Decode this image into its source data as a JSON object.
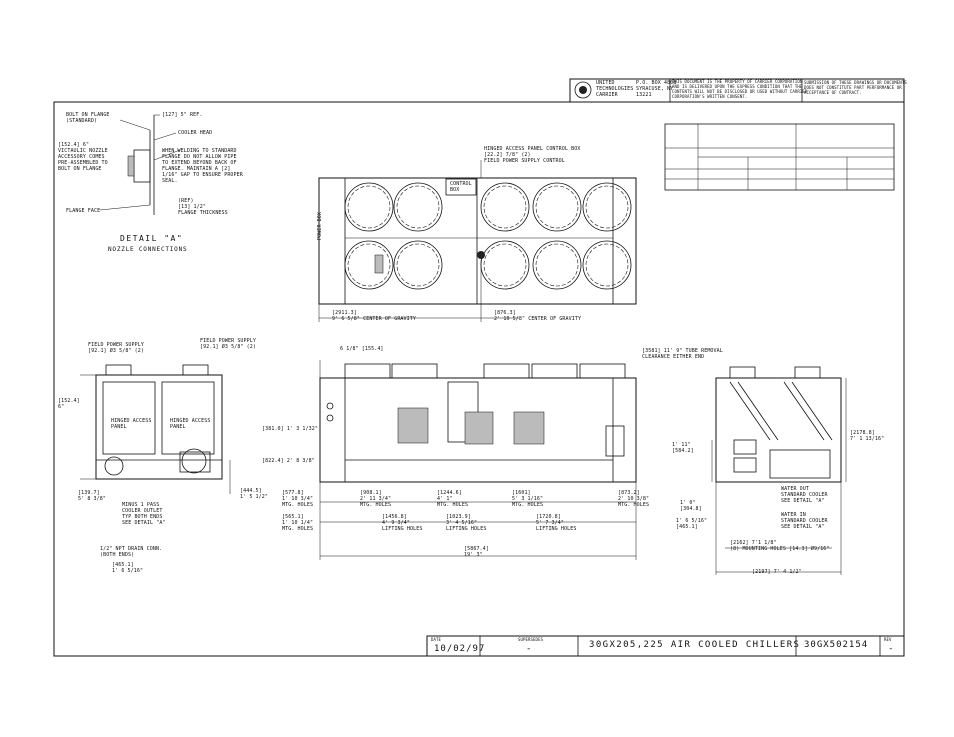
{
  "title_block": {
    "company_l1": "UNITED",
    "company_l2": "TECHNOLOGIES",
    "company_l3": "CARRIER",
    "po_box": "P.O. BOX 4808",
    "city": "SYRACUSE, NY",
    "zip": "13221",
    "notice": "THIS DOCUMENT IS THE PROPERTY OF CARRIER CORPORATION\nAND IS DELIVERED UPON THE EXPRESS CONDITION THAT THE\nCONTENTS WILL NOT BE DISCLOSED OR USED WITHOUT CARRIER\nCORPORATION'S WRITTEN CONSENT.",
    "submission": "SUBMISSION OF THESE DRAWINGS OR DOCUMENTS\nDOES NOT CONSTITUTE PART PERFORMANCE OR\nACCEPTANCE OF CONTRACT."
  },
  "detail_a": {
    "bolt_on_flange": "BOLT ON FLANGE\n(STANDARD)",
    "ref_127": "[127] 5\" REF.",
    "cooler_head": "COOLER HEAD",
    "victaulic": "[152.4] 6\"\nVICTAULIC NOZZLE\nACCESSORY COMES\nPRE-ASSEMBLED TO\nBOLT ON FLANGE",
    "welding": "WHEN WELDING TO STANDARD\nFLANGE DO NOT ALLOW PIPE\nTO EXTEND BEYOND BACK OF\nFLANGE. MAINTAIN A [2]\n1/16\" GAP TO ENSURE PROPER\nSEAL.",
    "flange_face": "FLANGE FACE",
    "ref_thick": "(REF)\n[13] 1/2\"\nFLANGE THICKNESS",
    "title": "DETAIL \"A\"",
    "subtitle": "NOZZLE CONNECTIONS"
  },
  "plan_view": {
    "hinged_panel": "HINGED ACCESS PANEL CONTROL BOX\n[22.2] 7/8\" (2)\nFIELD POWER SUPPLY CONTROL",
    "control_box": "CONTROL\nBOX",
    "power_box": "POWER BOX",
    "cg1": "[2911.3]\n9' 6 5/8\" CENTER OF GRAVITY",
    "cg2": "[876.3]\n2' 10 5/8\" CENTER OF GRAVITY"
  },
  "front_view": {
    "field_power_supply": "FIELD POWER SUPPLY\n[92.1] Ø3 5/8\" (2)",
    "dim_152": "[152.4]\n6\"",
    "hinged_panel_1": "HINGED ACCESS\nPANEL",
    "hinged_panel_2": "HINGED ACCESS\nPANEL",
    "dim_139": "[139.7]\n5' 8 3/8\"",
    "minus_pass": "MINUS 1 PASS\nCOOLER OUTLET\nTYP BOTH ENDS\nSEE DETAIL \"A\"",
    "npt_drain": "1/2\" NPT DRAIN CONN.\n(BOTH ENDS)",
    "dim_465": "[465.1]\n1' 6 5/16\"",
    "dim_444": "[444.5]\n1' 5 1/2\""
  },
  "side_view": {
    "field_power_supply": "FIELD POWER SUPPLY\n[92.1] Ø3 5/8\" (2)",
    "dim_6_1_8": "6 1/8\" [155.4]",
    "tube_removal": "[3581] 11' 9\" TUBE REMOVAL\nCLEARANCE EITHER END",
    "dim_381": "[381.0] 1' 3 1/32\"",
    "dim_822": "[822.4] 2' 8 3/8\"",
    "dims_top": [
      "[577.8]\n1' 10 3/4\"\nMTG. HOLES",
      "[908.1]\n2' 11 3/4\"\nMTG. HOLES",
      "[1244.6]\n4' 1\"\nMTG. HOLES",
      "[1601]\n5' 3 1/16\"\nMTG. HOLES",
      "[873.2]\n2' 10 3/8\"\nMTG. HOLES"
    ],
    "dims_bottom": [
      "[565.1]\n1' 10 1/4\"\nMTG. HOLES",
      "[1456.8]\n4' 9 3/4\"\nLIFTING HOLES",
      "[1023.9]\n3' 4 5/16\"\nLIFTING HOLES",
      "[1720.8]\n5' 7 3/4\"\nLIFTING HOLES"
    ],
    "overall": "[5867.4]\n19' 3\""
  },
  "end_view": {
    "dim_2178": "[2178.8]\n7' 1 13/16\"",
    "dim_584": "1' 11\"\n[584.2]",
    "dim_304": "1' 0\"\n[304.8]",
    "dim_465": "1' 6 5/16\"\n[465.1]",
    "water_out": "WATER OUT\nSTANDARD COOLER\nSEE DETAIL \"A\"",
    "water_in": "WATER IN\nSTANDARD COOLER\nSEE DETAIL \"A\"",
    "mtg_holes": "[2162] 7'1 1/8\"\n(8) MOUNTING HOLES [14.3] Ø9/16\"",
    "width": "[2197] 7' 4 1/2\""
  },
  "footer": {
    "date_label": "DATE",
    "date": "10/02/97",
    "supersedes_label": "SUPERSEDES",
    "supersedes": "-",
    "title": "30GX205,225 AIR COOLED CHILLERS",
    "number": "30GX502154",
    "rev_label": "REV",
    "rev": "-"
  }
}
